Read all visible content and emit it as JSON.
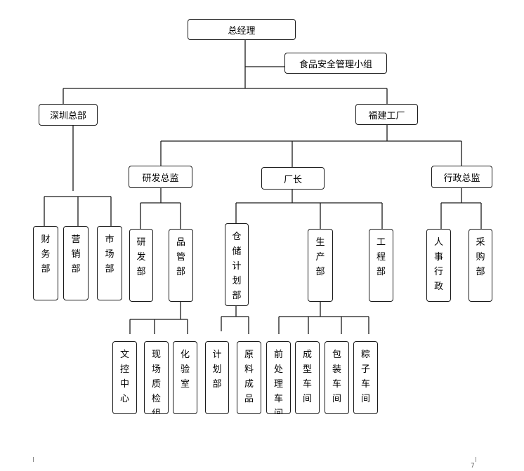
{
  "org": {
    "gm": "总经理",
    "food_safety": "食品安全管理小组",
    "shenzhen_hq": "深圳总部",
    "fujian_factory": "福建工厂",
    "finance": "财务部",
    "marketing": "营销部",
    "market": "市场部",
    "rd_director": "研发总监",
    "plant_manager": "厂长",
    "admin_director": "行政总监",
    "rd_dept": "研发部",
    "qc_dept": "品管部",
    "storage_planning": "仓储计划部",
    "production": "生产部",
    "engineering": "工程部",
    "hr_admin": "人事行政",
    "purchasing": "采购部",
    "doc_control": "文控中心",
    "onsite_qc": "现场质检组",
    "lab": "化验室",
    "planning": "计划部",
    "raw_finished": "原料成品",
    "pre_process": "前处理车间",
    "forming": "成型车间",
    "packaging": "包装车间",
    "zongzi": "粽子车间"
  },
  "page_number": "7"
}
